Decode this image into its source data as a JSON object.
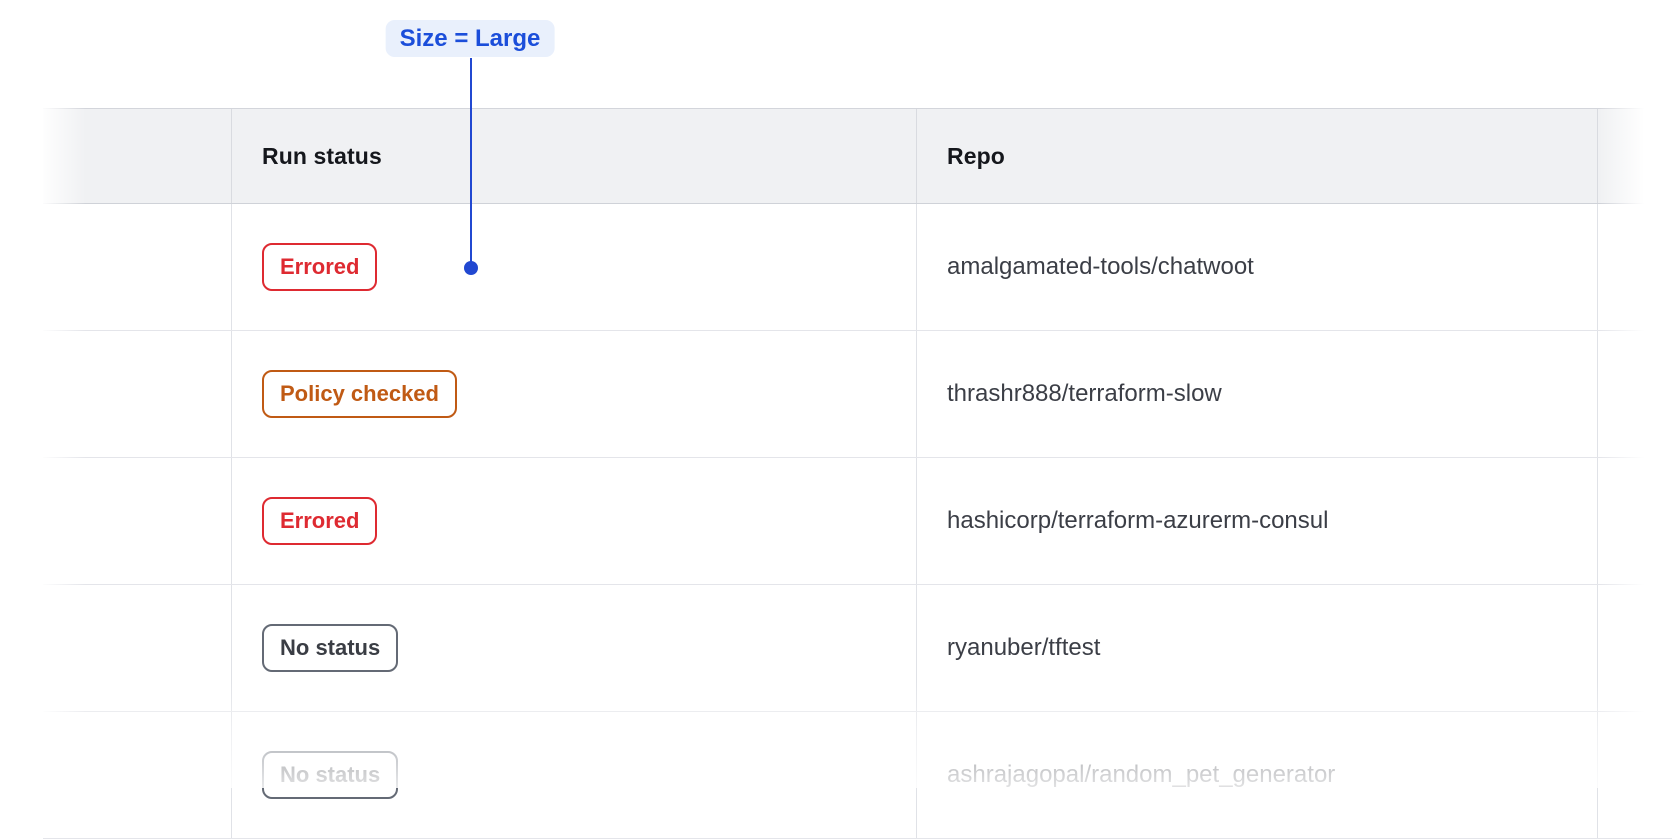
{
  "annotation": {
    "label": "Size = Large",
    "accent_color": "#1b4eda",
    "line_color": "#2148d1",
    "pill_bg": "#e9f0fc"
  },
  "table": {
    "columns": [
      {
        "label": ""
      },
      {
        "label": "Run status"
      },
      {
        "label": "Repo"
      },
      {
        "label": ""
      }
    ],
    "rows": [
      {
        "status": {
          "label": "Errored",
          "variant": "errored"
        },
        "repo": "amalgamated-tools/chatwoot"
      },
      {
        "status": {
          "label": "Policy checked",
          "variant": "policy-checked"
        },
        "repo": "thrashr888/terraform-slow"
      },
      {
        "status": {
          "label": "Errored",
          "variant": "errored"
        },
        "repo": "hashicorp/terraform-azurerm-consul"
      },
      {
        "status": {
          "label": "No status",
          "variant": "no-status"
        },
        "repo": "ryanuber/tftest"
      },
      {
        "status": {
          "label": "No status",
          "variant": "no-status"
        },
        "repo": "ashrajagopal/random_pet_generator"
      }
    ]
  },
  "colors": {
    "header_bg": "#f0f1f3",
    "header_text": "#15171c",
    "body_text": "#3b3e46",
    "row_border": "#e4e5ea",
    "header_border": "#cfd2d8",
    "status_errored": "#de2a31",
    "status_policy_checked": "#c05a14",
    "status_no_status": "#646a75"
  }
}
